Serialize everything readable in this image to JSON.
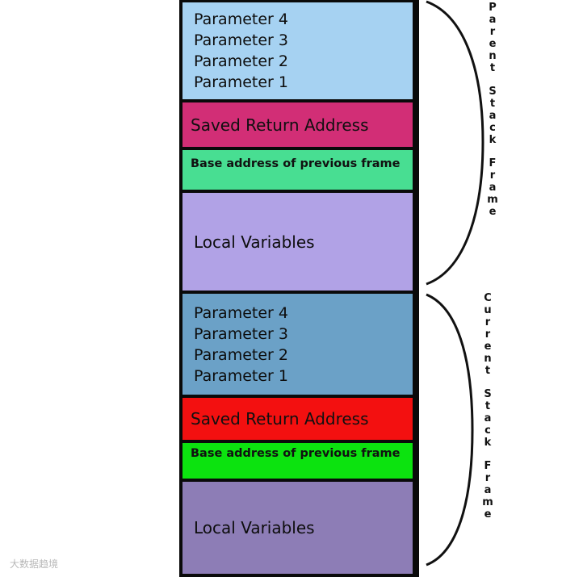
{
  "parent_frame": {
    "parameters": [
      "Parameter 4",
      "Parameter 3",
      "Parameter 2",
      "Parameter 1"
    ],
    "saved_return_address": "Saved Return Address",
    "base_address": "Base address of previous frame",
    "local_variables": "Local Variables",
    "label": "Parent Stack Frame",
    "colors": {
      "parameters": "#a6d2f2",
      "saved_return_address": "#d22e76",
      "base_address": "#48de92",
      "local_variables": "#b1a2e6"
    }
  },
  "current_frame": {
    "parameters": [
      "Parameter 4",
      "Parameter 3",
      "Parameter 2",
      "Parameter 1"
    ],
    "saved_return_address": "Saved Return Address",
    "base_address": "Base address of previous frame",
    "local_variables": "Local Variables",
    "label": "Current Stack Frame",
    "colors": {
      "parameters": "#6ba1c7",
      "saved_return_address": "#f31010",
      "base_address": "#0ce30f",
      "local_variables": "#8d7db6"
    }
  },
  "watermark": "大数据趋境"
}
